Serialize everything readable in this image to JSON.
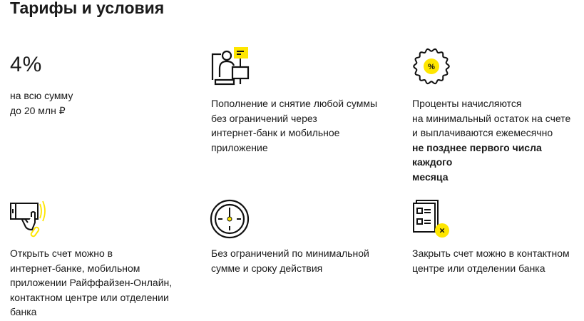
{
  "title": "Тарифы и условия",
  "rate": {
    "value": "4%",
    "line1": "на всю сумму",
    "line2": "до 20 млн ₽"
  },
  "features": [
    {
      "lines": [
        "Пополнение и снятие любой суммы",
        "без ограничений через",
        "интернет-банк и мобильное",
        "приложение"
      ]
    },
    {
      "lines": [
        "Проценты начисляются",
        "на минимальный остаток на счете",
        "и выплачиваются ежемесячно"
      ],
      "bold_lines": [
        "не позднее первого числа каждого",
        "месяца"
      ]
    },
    {
      "lines": [
        "Открыть счет можно в",
        "интернет-банке, мобильном",
        "приложении Райффайзен-Онлайн,",
        "контактном центре или отделении",
        "банка"
      ]
    },
    {
      "lines": [
        "Без ограничений по минимальной",
        "сумме и сроку действия"
      ]
    },
    {
      "lines": [
        "Закрыть счет можно в контактном",
        "центре или отделении банка"
      ]
    }
  ],
  "icons": {
    "percent_badge": "%",
    "close_mark": "×"
  },
  "colors": {
    "accent": "#FEE600",
    "text": "#1a1a1a"
  }
}
